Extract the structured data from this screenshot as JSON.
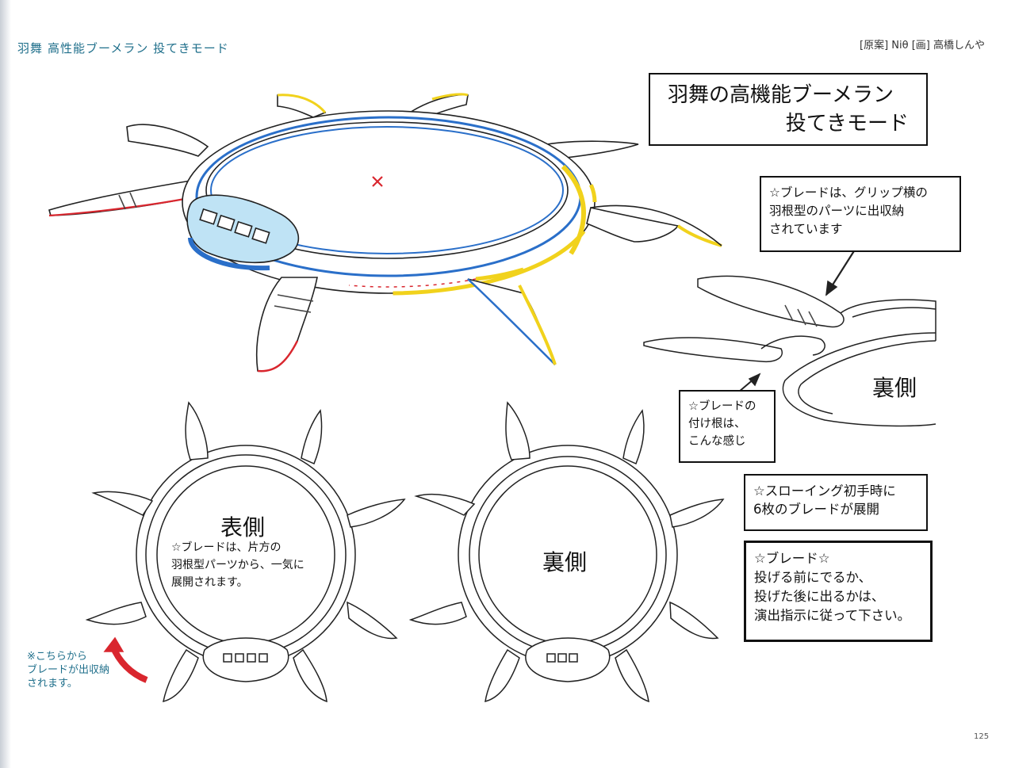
{
  "header": {
    "left_title_bold": "羽舞",
    "left_title": "高性能ブーメラン 投てきモード",
    "credit": "[原案] Niθ [画] 高橋しんや"
  },
  "title_box": {
    "line1": "羽舞の高機能ブーメラン",
    "line2": "投てきモード"
  },
  "notes": {
    "blade_storage": [
      "☆ブレードは、グリップ横の",
      "羽根型のパーツに出収納",
      "されています"
    ],
    "blade_root": [
      "☆ブレードの",
      "付け根は、",
      "こんな感じ"
    ],
    "throwing": [
      "☆スローイング初手時に",
      "6枚のブレードが展開"
    ],
    "blade_timing": [
      "☆ブレード☆",
      "投げる前にでるか、",
      "投げた後に出るかは、",
      "演出指示に従って下さい。"
    ]
  },
  "labels": {
    "back_side_detail": "裏側",
    "front_side": "表側",
    "back_side": "裏側"
  },
  "front_note": [
    "☆ブレードは、片方の",
    "羽根型パーツから、一気に",
    "展開されます。"
  ],
  "side_note": [
    "※こちらから",
    "ブレードが出収納",
    "されます。"
  ],
  "page_number": "125",
  "colors": {
    "accent_text": "#1f6f8b",
    "line_blue": "#2a6fc9",
    "line_red": "#d9262e",
    "line_yellow": "#f1d21c"
  },
  "icons": {
    "center_mark": "red-x",
    "arrows": "pointer-arrow"
  }
}
